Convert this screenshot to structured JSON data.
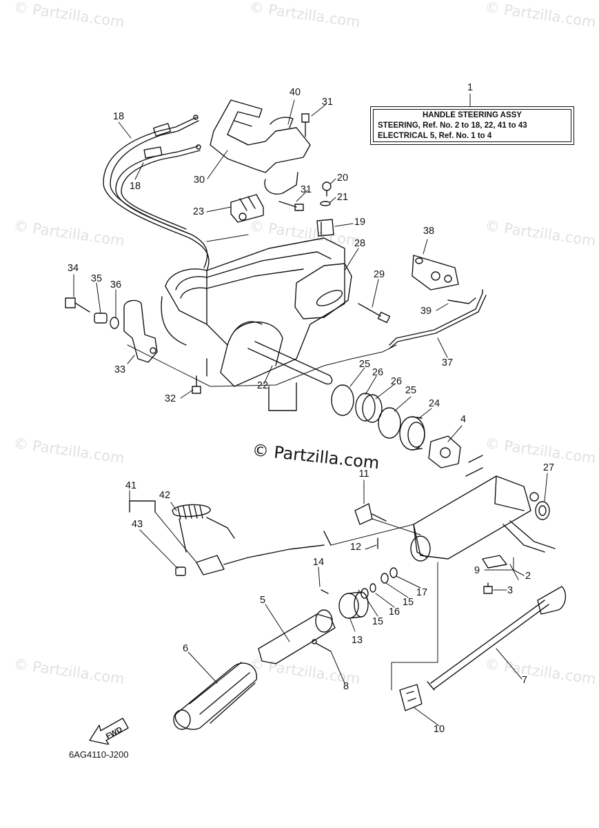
{
  "watermarks": {
    "text": "© Partzilla.com",
    "center_text": "© Partzilla.com"
  },
  "note_box": {
    "title": "HANDLE STEERING ASSY",
    "line1": "STEERING, Ref. No. 2 to 18, 22, 41 to 43",
    "line2": "ELECTRICAL 5, Ref. No. 1 to 4"
  },
  "diagram_code": "6AG4110-J200",
  "fwd_label": "FWD",
  "callouts": [
    "1",
    "2",
    "3",
    "4",
    "5",
    "6",
    "7",
    "8",
    "9",
    "10",
    "11",
    "12",
    "13",
    "14",
    "15",
    "15",
    "16",
    "17",
    "18",
    "18",
    "19",
    "20",
    "21",
    "22",
    "23",
    "24",
    "25",
    "25",
    "26",
    "26",
    "27",
    "28",
    "29",
    "30",
    "31",
    "31",
    "32",
    "33",
    "34",
    "35",
    "36",
    "37",
    "38",
    "39",
    "40",
    "41",
    "42",
    "43"
  ],
  "colors": {
    "ink": "#111111",
    "watermark": "#e1e1e1",
    "background": "#ffffff"
  }
}
